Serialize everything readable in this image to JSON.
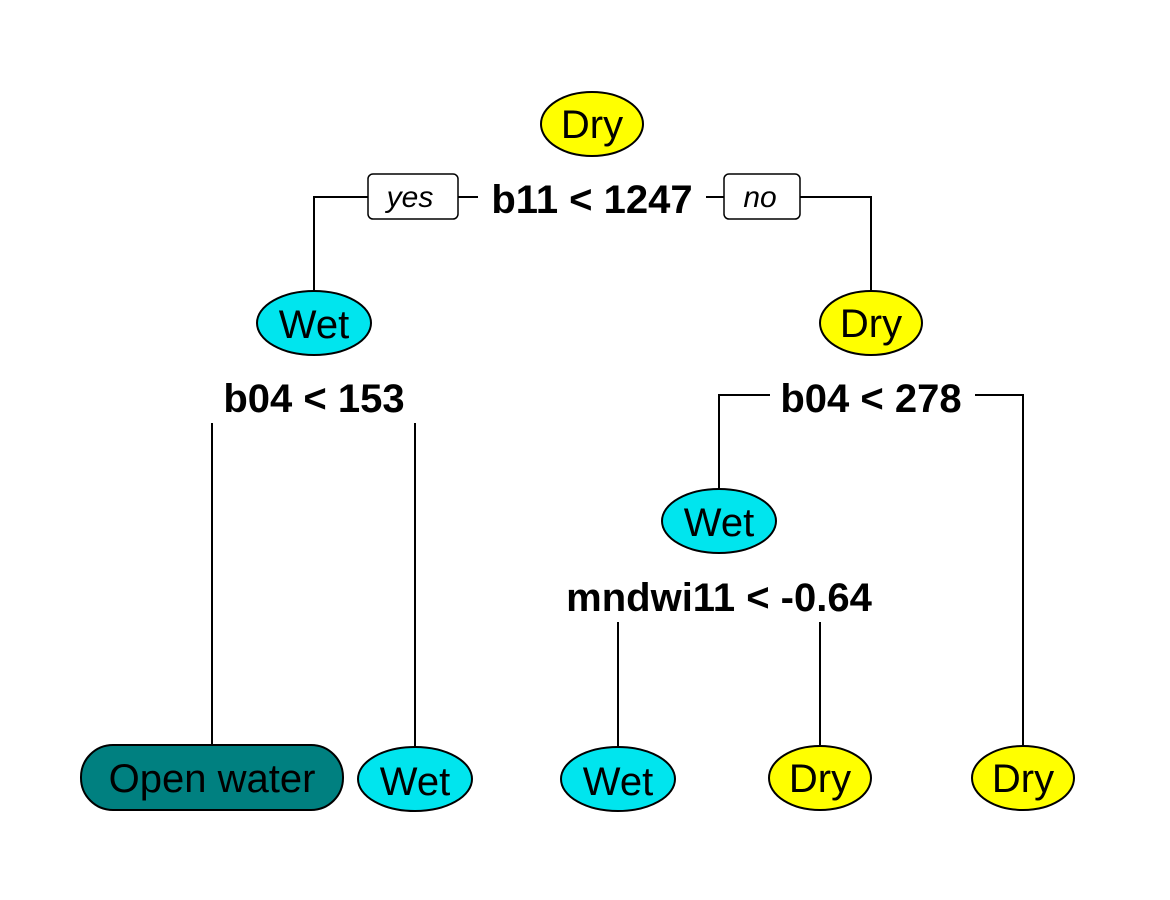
{
  "colors": {
    "dry": "#FFFF00",
    "wet": "#00E5EE",
    "open_water": "#008080"
  },
  "branch_labels": {
    "yes": "yes",
    "no": "no"
  },
  "splits": {
    "root": "b11 < 1247",
    "left": "b04 < 153",
    "right": "b04 < 278",
    "right_left": "mndwi11 < -0.64"
  },
  "nodes": {
    "root": {
      "label": "Dry",
      "class": "dry"
    },
    "left": {
      "label": "Wet",
      "class": "wet"
    },
    "right": {
      "label": "Dry",
      "class": "dry"
    },
    "right_left": {
      "label": "Wet",
      "class": "wet"
    },
    "leaf_1": {
      "label": "Open water",
      "class": "open_water"
    },
    "leaf_2": {
      "label": "Wet",
      "class": "wet"
    },
    "leaf_3": {
      "label": "Wet",
      "class": "wet"
    },
    "leaf_4": {
      "label": "Dry",
      "class": "dry"
    },
    "leaf_5": {
      "label": "Dry",
      "class": "dry"
    }
  }
}
